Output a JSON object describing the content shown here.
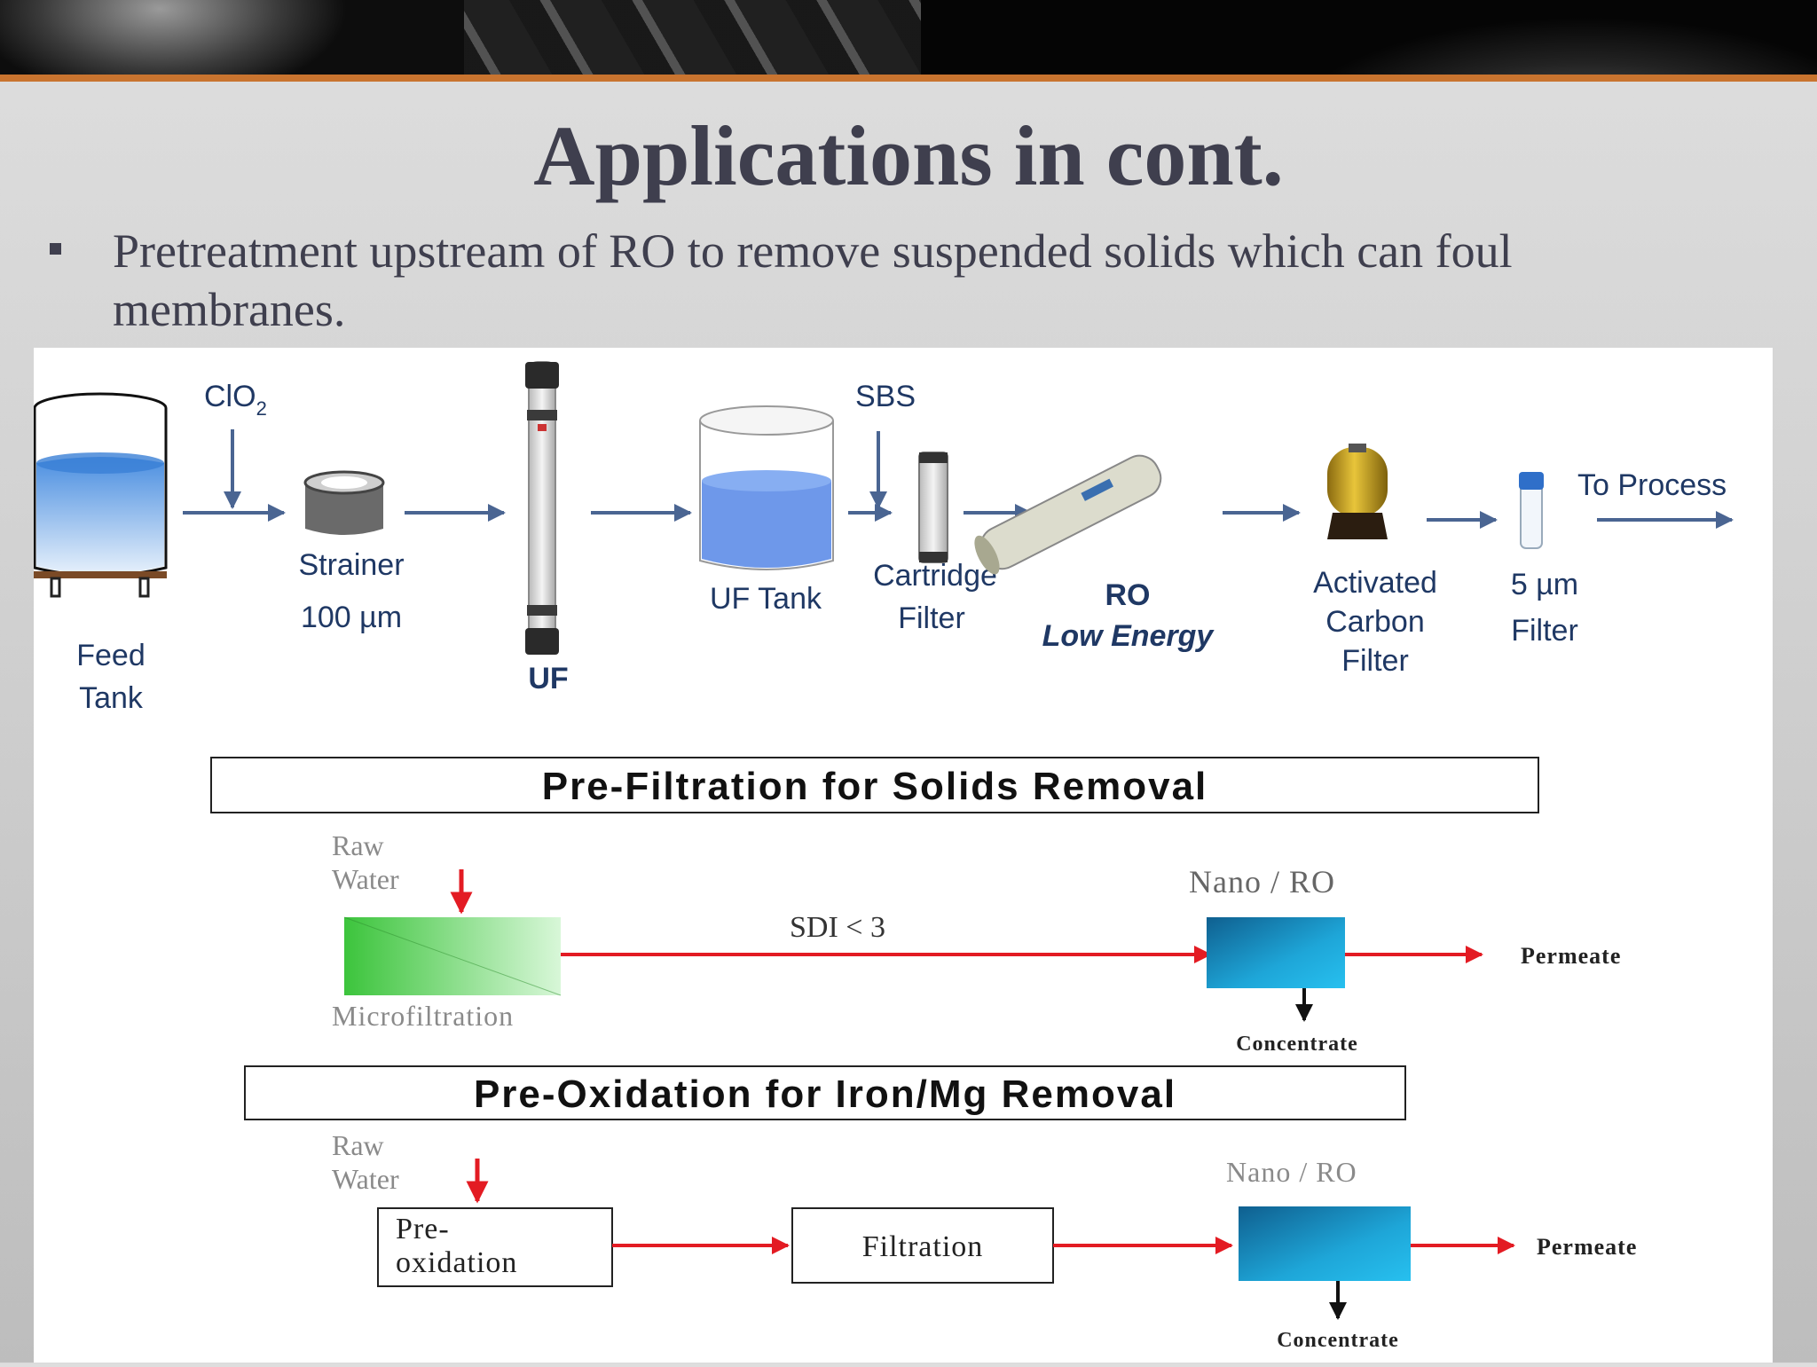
{
  "slide": {
    "title": "Applications in cont.",
    "bullet": "Pretreatment upstream of RO to remove suspended solids which can foul membranes."
  },
  "process_flow": {
    "chemicals": {
      "clo2": "ClO",
      "clo2_sub": "2",
      "sbs": "SBS"
    },
    "feed_tank": [
      "Feed",
      "Tank"
    ],
    "strainer": [
      "Strainer",
      "100 µm"
    ],
    "uf": "UF",
    "uf_tank": "UF Tank",
    "cartridge": [
      "Cartridge",
      "Filter"
    ],
    "ro": [
      "RO",
      "Low Energy"
    ],
    "carbon": [
      "Activated",
      "Carbon",
      "Filter"
    ],
    "filter5": [
      "5 µm",
      "Filter"
    ],
    "to_process": "To Process"
  },
  "prefiltration": {
    "heading": "Pre-Filtration for Solids Removal",
    "raw_water": [
      "Raw",
      "Water"
    ],
    "sdi": "SDI < 3",
    "unit": "Microfiltration",
    "nano_ro": "Nano / RO",
    "permeate": "Permeate",
    "concentrate": "Concentrate"
  },
  "preoxidation": {
    "heading": "Pre-Oxidation for Iron/Mg Removal",
    "raw_water": [
      "Raw",
      "Water"
    ],
    "preox": [
      "Pre-",
      "oxidation"
    ],
    "filtration": "Filtration",
    "nano_ro": "Nano / RO",
    "permeate": "Permeate",
    "concentrate": "Concentrate"
  },
  "colors": {
    "accent": "#c9742f",
    "title": "#3f3f4e",
    "label": "#1f3864",
    "flow_arrow": "#e31b23"
  }
}
